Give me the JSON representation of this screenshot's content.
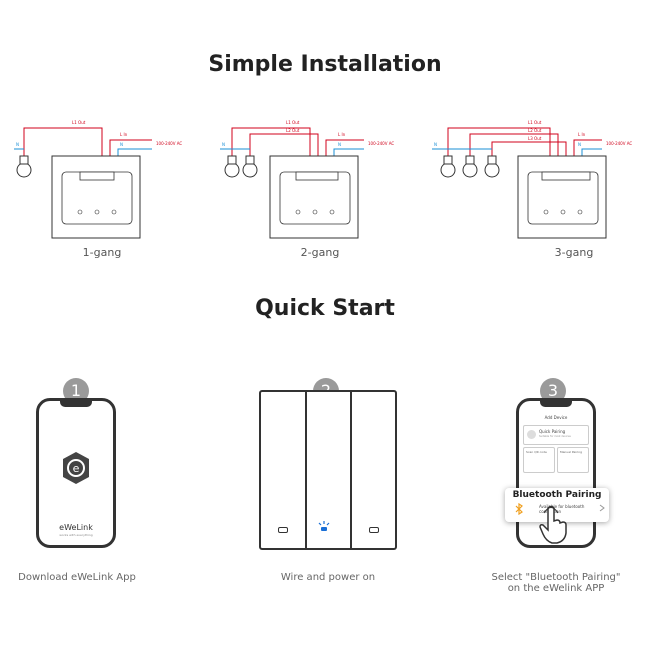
{
  "sections": {
    "installation_title": "Simple Installation",
    "quickstart_title": "Quick Start"
  },
  "wiring_labels": {
    "l1_out": "L1 Out",
    "l2_out": "L2 Out",
    "l3_out": "L3 Out",
    "l_in": "L In",
    "n": "N",
    "voltage": "100-240V AC"
  },
  "gangs": [
    {
      "label": "1-gang"
    },
    {
      "label": "2-gang"
    },
    {
      "label": "3-gang"
    }
  ],
  "steps": [
    {
      "number": "1",
      "caption": "Download eWeLink App"
    },
    {
      "number": "2",
      "caption": "Wire and power on"
    },
    {
      "number": "3",
      "caption_line1": "Select \"Bluetooth Pairing\"",
      "caption_line2": "on the eWelink APP"
    }
  ],
  "phone1": {
    "app_name": "eWeLink",
    "tagline": "works with everything"
  },
  "phone3": {
    "header": "Add Device",
    "quick_pairing": "Quick Pairing",
    "quick_pairing_sub": "Suitable for most devices",
    "scan_qr": "Scan QR code",
    "manual": "Manual Pairing"
  },
  "popup": {
    "title": "Bluetooth Pairing",
    "subtitle": "Available for bluetooth connection"
  },
  "colors": {
    "live": "#d0021b",
    "neutral": "#1a8fd6",
    "device": "#333333",
    "step_badge": "#9a9a9a",
    "led": "#1a6fd6"
  }
}
